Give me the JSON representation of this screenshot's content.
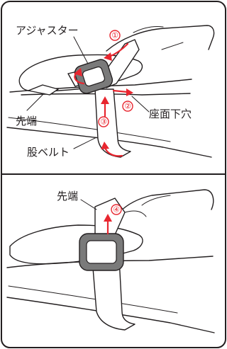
{
  "panel_top": {
    "labels": {
      "adjuster": "アジャスター",
      "tip": "先端",
      "seat_hole": "座面下穴",
      "crotch_belt": "股ベルト"
    },
    "steps": [
      "①",
      "②",
      "③"
    ]
  },
  "panel_bottom": {
    "labels": {
      "tip": "先端"
    },
    "steps": [
      "④"
    ]
  },
  "colors": {
    "arrow": "#e8262f",
    "line": "#231f20",
    "buckle": "#7a7a7a"
  }
}
